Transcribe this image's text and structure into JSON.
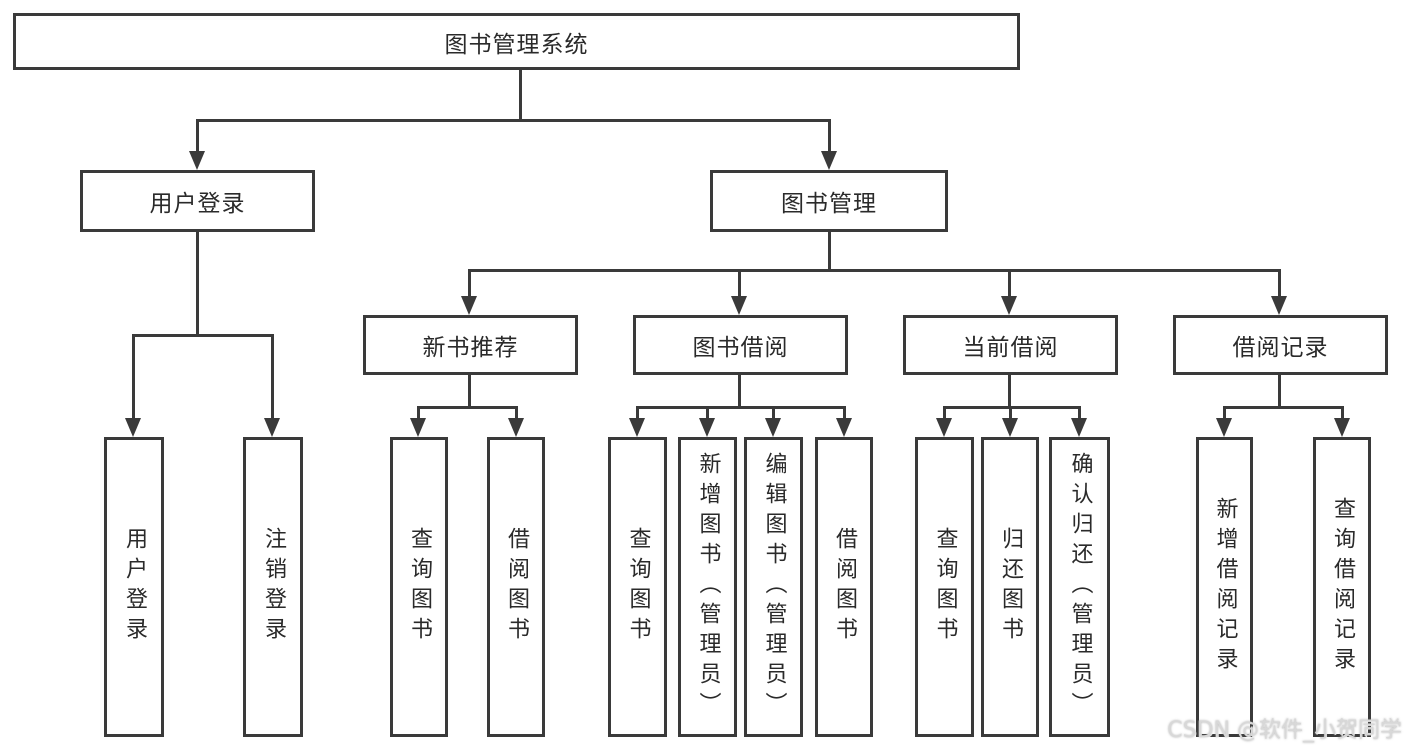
{
  "diagram": {
    "root": {
      "label": "图书管理系统"
    },
    "branches": [
      {
        "label": "用户登录",
        "children": [
          {
            "label": "用户登录"
          },
          {
            "label": "注销登录"
          }
        ]
      },
      {
        "label": "图书管理",
        "children": [
          {
            "label": "新书推荐",
            "children": [
              {
                "label": "查询图书"
              },
              {
                "label": "借阅图书"
              }
            ]
          },
          {
            "label": "图书借阅",
            "children": [
              {
                "label": "查询图书"
              },
              {
                "label": "新增图书（管理员）"
              },
              {
                "label": "编辑图书（管理员）"
              },
              {
                "label": "借阅图书"
              }
            ]
          },
          {
            "label": "当前借阅",
            "children": [
              {
                "label": "查询图书"
              },
              {
                "label": "归还图书"
              },
              {
                "label": "确认归还（管理员）"
              }
            ]
          },
          {
            "label": "借阅记录",
            "children": [
              {
                "label": "新增借阅记录"
              },
              {
                "label": "查询借阅记录"
              }
            ]
          }
        ]
      }
    ]
  },
  "watermark": {
    "text": "CSDN @软件_小贺同学"
  },
  "colors": {
    "line": "#3a3a3a",
    "box_background": "#ffffff",
    "text": "#2a2a2a",
    "watermark": "#d8d8d8",
    "page_background": "#ffffff"
  }
}
